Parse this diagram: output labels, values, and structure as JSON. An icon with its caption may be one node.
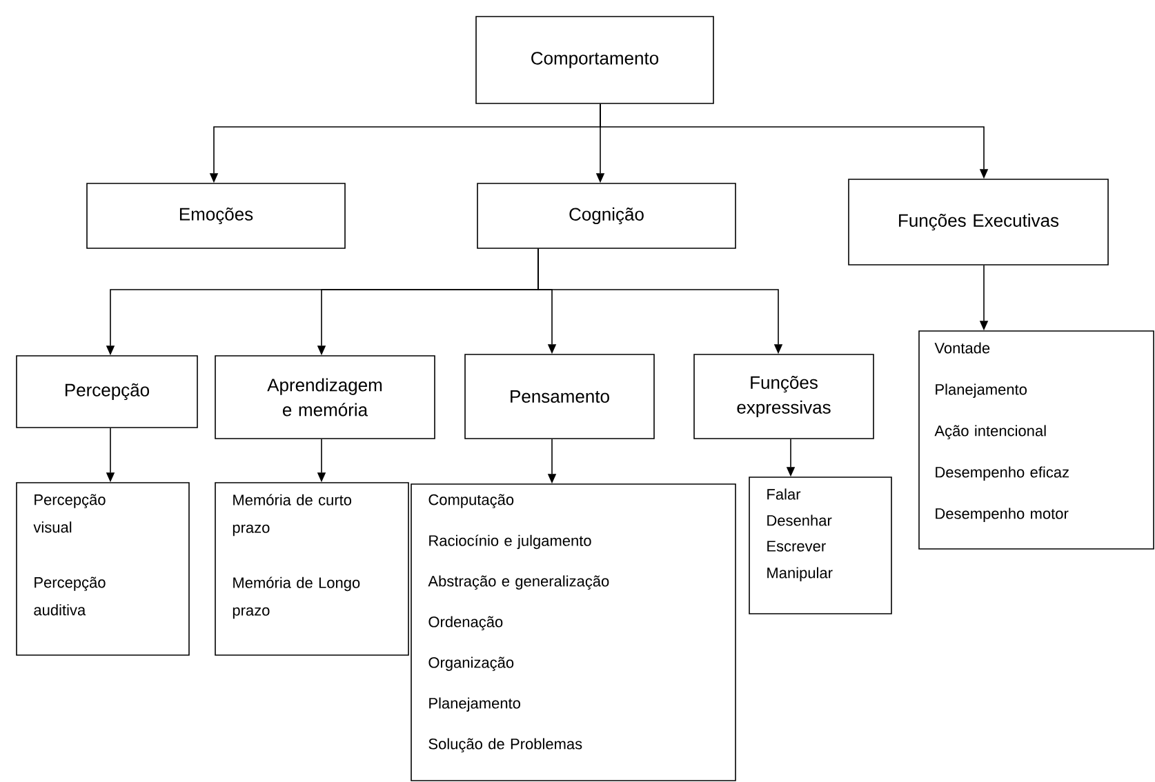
{
  "diagram": {
    "nodes": [
      {
        "text": [
          "Comportamento"
        ]
      },
      {
        "text": [
          "Emoções"
        ]
      },
      {
        "text": [
          "Cognição"
        ]
      },
      {
        "text": [
          "Funções Executivas"
        ]
      },
      {
        "text": [
          "Percepção"
        ]
      },
      {
        "text": [
          "Aprendizagem e memória"
        ]
      },
      {
        "text": [
          "Pensamento"
        ]
      },
      {
        "text": [
          "Funções expressivas"
        ]
      },
      {
        "text": [
          "Vontade",
          "Planejamento",
          "Ação intencional",
          "Desempenho eficaz",
          "Desempenho motor"
        ]
      },
      {
        "text": [
          "Percepção visual",
          "Percepção auditiva"
        ]
      },
      {
        "text": [
          "Memória de curto prazo",
          "Memória de Longo prazo"
        ]
      },
      {
        "text": [
          "Computação",
          "Raciocínio e julgamento",
          "Abstração e generalização",
          "Ordenação",
          "Organização",
          "Planejamento",
          "Solução de Problemas"
        ]
      },
      {
        "text": [
          "Falar",
          "Desenhar",
          "Escrever",
          "Manipular"
        ]
      }
    ],
    "edges": [
      {
        "from": 0,
        "to": 1,
        "arrow": "to"
      },
      {
        "from": 0,
        "to": 2,
        "arrow": "to"
      },
      {
        "from": 0,
        "to": 3,
        "arrow": "to"
      },
      {
        "from": 2,
        "to": 4,
        "arrow": "to"
      },
      {
        "from": 2,
        "to": 5,
        "arrow": "to"
      },
      {
        "from": 2,
        "to": 6,
        "arrow": "to"
      },
      {
        "from": 2,
        "to": 7,
        "arrow": "to"
      },
      {
        "from": 3,
        "to": 8,
        "arrow": "to"
      },
      {
        "from": 4,
        "to": 9,
        "arrow": "to"
      },
      {
        "from": 5,
        "to": 10,
        "arrow": "to"
      },
      {
        "from": 6,
        "to": 11,
        "arrow": "to"
      },
      {
        "from": 7,
        "to": 12,
        "arrow": "to"
      }
    ]
  }
}
